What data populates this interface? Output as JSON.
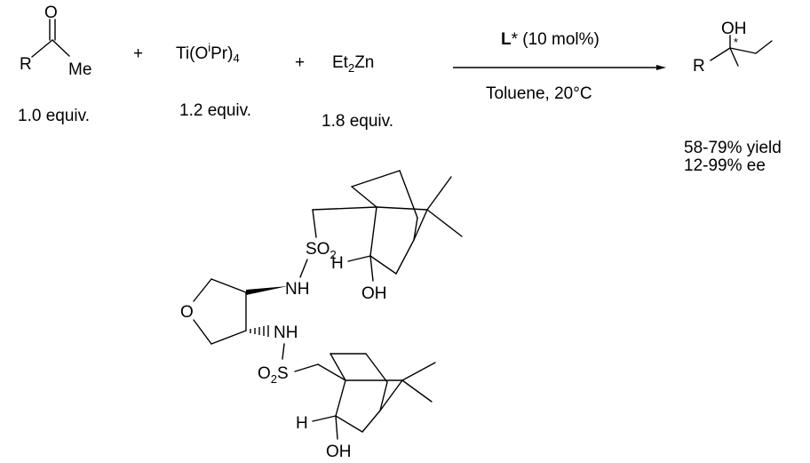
{
  "reactants": {
    "ketone": {
      "atom_o": "O",
      "atom_r": "R",
      "atom_me": "Me",
      "equiv": "1.0 equiv."
    },
    "titanium": {
      "formula_a": "Ti(O",
      "formula_sup": "i",
      "formula_b": "Pr)",
      "formula_sub": "4",
      "equiv": "1.2 equiv."
    },
    "zinc": {
      "formula_a": "Et",
      "formula_sub": "2",
      "formula_b": "Zn",
      "equiv": "1.8 equiv."
    },
    "plus": "+"
  },
  "conditions": {
    "ligand_bold": "L",
    "ligand_rest": "* (10 mol%)",
    "solvent": "Toluene, 20°C"
  },
  "product": {
    "atom_oh": "OH",
    "atom_r": "R",
    "stereo_mark": "*",
    "yield": "58-79% yield",
    "ee": "12-99% ee"
  },
  "ligand_structure": {
    "ring_o": "O",
    "nh_top": "NH",
    "nh_bottom": "NH",
    "so2_top_s": "SO",
    "so2_top_sub": "2",
    "so2_bottom_o": "O",
    "so2_bottom_sub": "2",
    "so2_bottom_s": "S",
    "h_top": "H",
    "h_bottom": "H",
    "oh_top": "OH",
    "oh_bottom": "OH"
  },
  "colors": {
    "ink": "#000000",
    "background": "#ffffff"
  }
}
